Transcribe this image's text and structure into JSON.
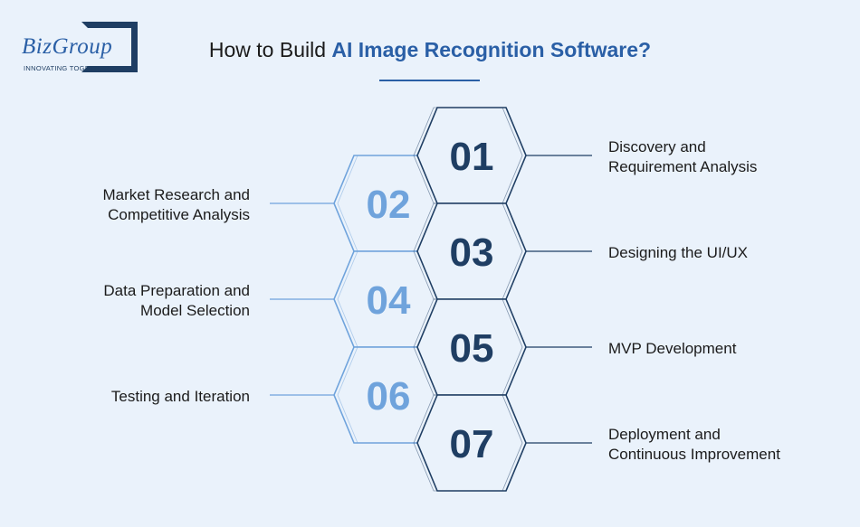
{
  "brand": {
    "logo_text": "BizGroup",
    "tagline": "INNOVATING TOGETHER"
  },
  "title": {
    "prefix": "How to Build ",
    "highlight": "AI Image Recognition Software?"
  },
  "colors": {
    "dark": "#1f3e63",
    "accent": "#2a5fa6",
    "light": "#6fa3dc",
    "background": "#eaf2fb"
  },
  "steps": [
    {
      "num": "01",
      "label_1": "Discovery and",
      "label_2": "Requirement Analysis",
      "side": "right"
    },
    {
      "num": "02",
      "label_1": "Market Research and",
      "label_2": "Competitive Analysis",
      "side": "left"
    },
    {
      "num": "03",
      "label_1": "Designing the UI/UX",
      "label_2": "",
      "side": "right"
    },
    {
      "num": "04",
      "label_1": "Data Preparation and",
      "label_2": "Model Selection",
      "side": "left"
    },
    {
      "num": "05",
      "label_1": "MVP Development",
      "label_2": "",
      "side": "right"
    },
    {
      "num": "06",
      "label_1": "Testing and Iteration",
      "label_2": "",
      "side": "left"
    },
    {
      "num": "07",
      "label_1": "Deployment and",
      "label_2": "Continuous Improvement",
      "side": "right"
    }
  ]
}
